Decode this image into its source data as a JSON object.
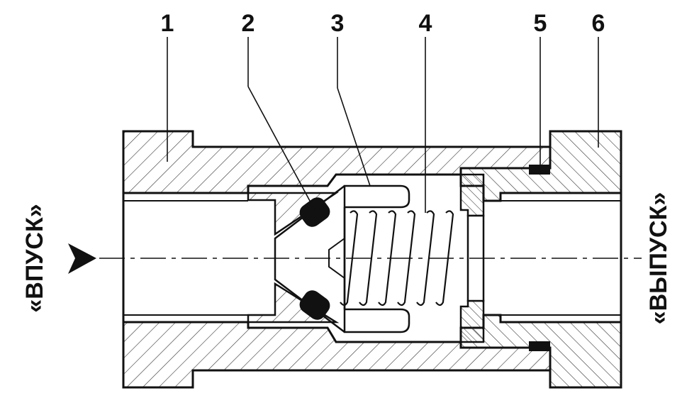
{
  "callouts": [
    {
      "id": "1",
      "label": "1"
    },
    {
      "id": "2",
      "label": "2"
    },
    {
      "id": "3",
      "label": "3"
    },
    {
      "id": "4",
      "label": "4"
    },
    {
      "id": "5",
      "label": "5"
    },
    {
      "id": "6",
      "label": "6"
    }
  ],
  "inlet_label": "«ВПУСК»",
  "outlet_label": "«ВЫПУСК»",
  "colors": {
    "stroke": "#111111",
    "hatch": "#333333",
    "seal": "#111111",
    "background": "#ffffff"
  },
  "icons": {
    "flow_arrow": "flow-direction-arrow-icon"
  }
}
